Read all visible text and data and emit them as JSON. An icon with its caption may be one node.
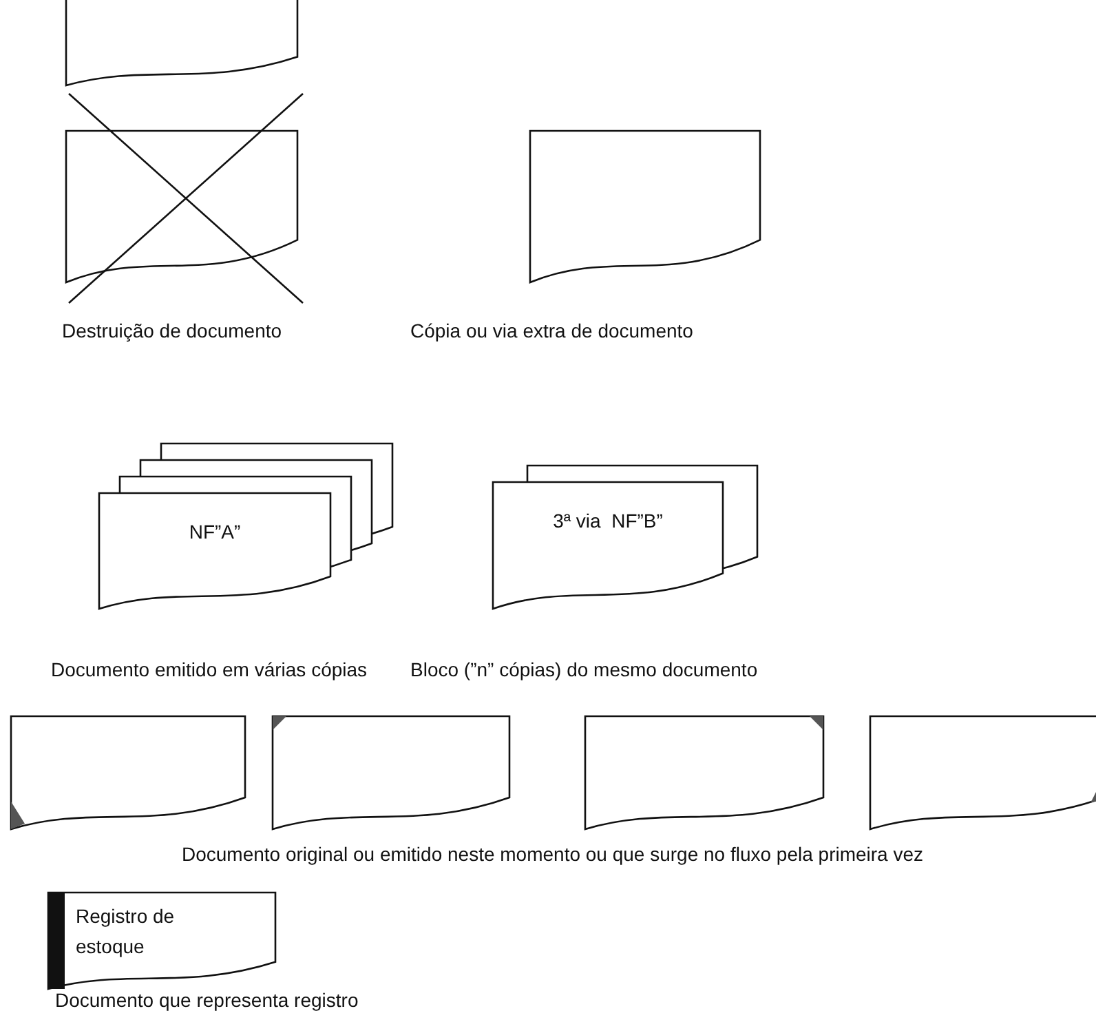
{
  "diagram": {
    "nodes": [
      {
        "text": [],
        "shape": "document"
      },
      {
        "text": [],
        "shape": "document",
        "beside": [
          "Destruição de documento"
        ]
      },
      {
        "text": [],
        "shape": "document",
        "beside": [
          "Cópia ou via extra de documento"
        ]
      },
      {
        "text": [
          "NF”A”"
        ],
        "beside": [
          "Documento emitido em várias cópias"
        ]
      },
      {
        "text": [
          "3ª via  NF”B”"
        ],
        "beside": [
          "Bloco (”n” cópias) do mesmo documento"
        ]
      },
      {
        "text": [],
        "shape": "document"
      },
      {
        "text": [],
        "shape": "document"
      },
      {
        "text": [],
        "shape": "document"
      },
      {
        "text": [],
        "shape": "document"
      },
      {
        "text": [
          "Registro de estoque"
        ],
        "beside": [
          "Documento que representa registro"
        ]
      }
    ],
    "edges": [],
    "labels": [
      "Documento original ou emitido neste momento ou que surge no fluxo pela primeira vez"
    ]
  }
}
